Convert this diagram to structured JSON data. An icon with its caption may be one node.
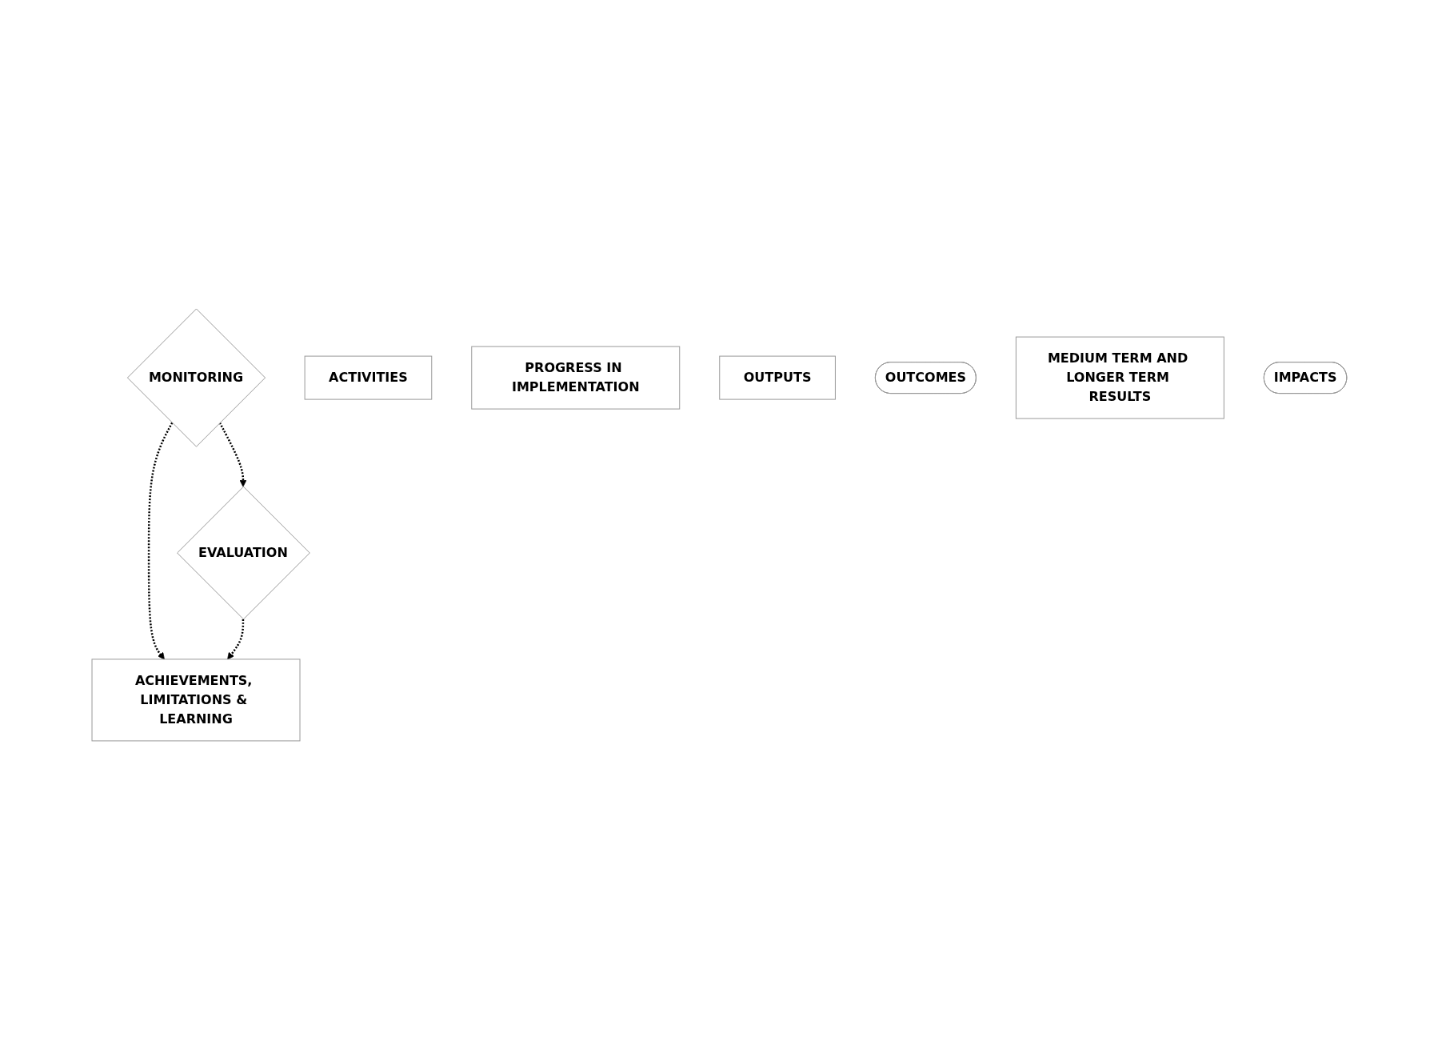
{
  "diagram": {
    "nodes": [
      {
        "text": [
          "MONITORING"
        ]
      },
      {
        "text": [
          "ACTIVITIES"
        ]
      },
      {
        "text": [
          "PROGRESS IN IMPLEMENTATION"
        ]
      },
      {
        "text": [
          "OUTPUTS"
        ]
      },
      {
        "text": [
          "ACHIEVEMENTS, LIMITATIONS & LEARNING"
        ]
      },
      {
        "text": [
          "OUTCOMES"
        ]
      },
      {
        "text": [
          "MEDIUM TERM AND LONGER TERM RESULTS"
        ]
      },
      {
        "text": [
          "IMPACTS"
        ]
      },
      {
        "text": [
          "EVALUATION"
        ]
      }
    ],
    "edges": [
      {
        "from": 0,
        "to": 8,
        "arrow": "to",
        "style": "dashed"
      },
      {
        "from": 0,
        "to": 4,
        "arrow": "to",
        "style": "dashed"
      },
      {
        "from": 8,
        "to": 4,
        "arrow": "to",
        "style": "dashed"
      }
    ]
  }
}
